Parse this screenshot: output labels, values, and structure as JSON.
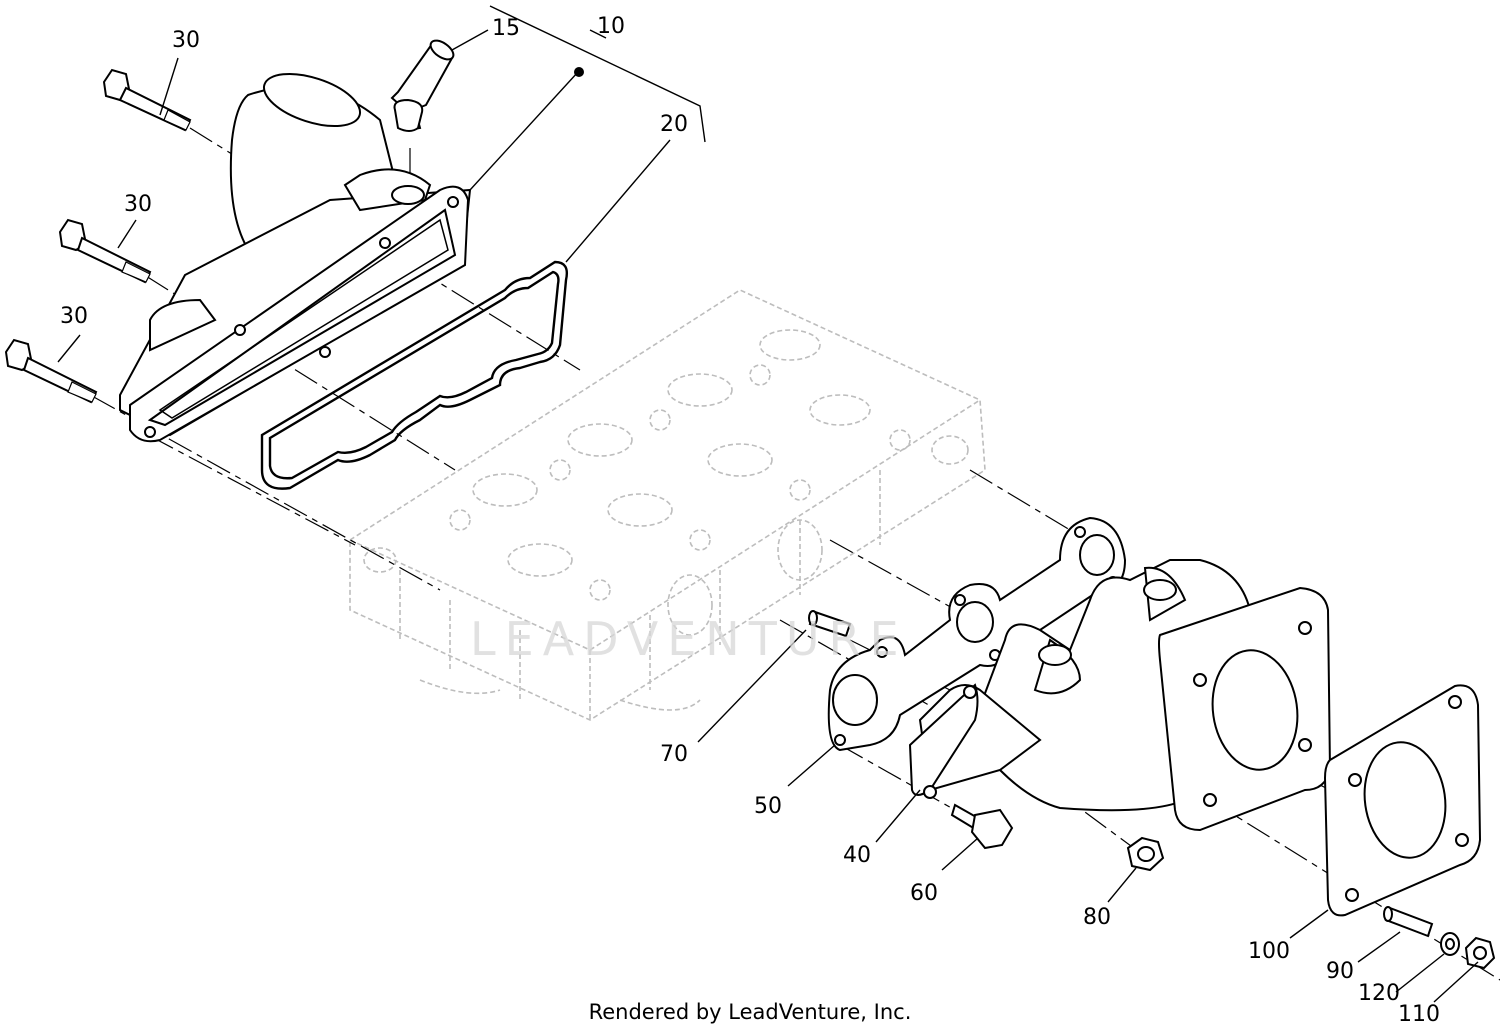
{
  "callouts": {
    "c10": "10",
    "c15": "15",
    "c20": "20",
    "c30a": "30",
    "c30b": "30",
    "c30c": "30",
    "c40": "40",
    "c50": "50",
    "c60": "60",
    "c70": "70",
    "c80": "80",
    "c90": "90",
    "c100": "100",
    "c110": "110",
    "c120": "120"
  },
  "watermark": "LEADVENTURE",
  "footer": "Rendered by LeadVenture, Inc."
}
